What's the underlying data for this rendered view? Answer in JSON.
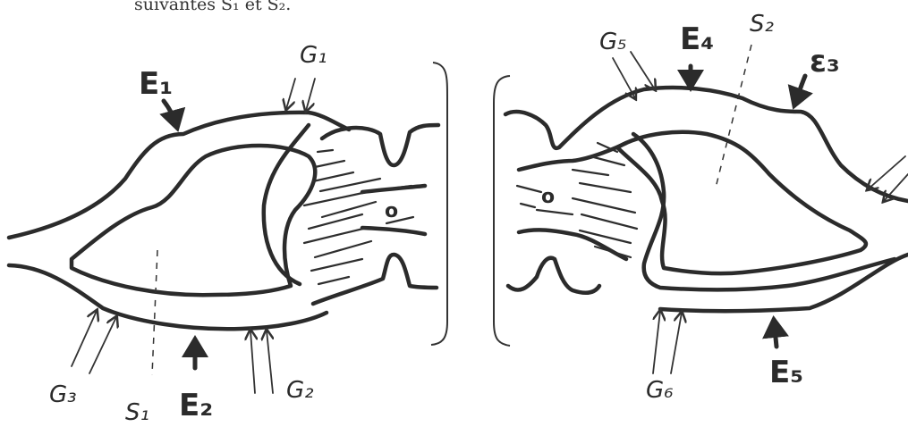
{
  "caption": "suivantes S₁ et S₂.",
  "labels": {
    "E1": "E₁",
    "E2": "E₂",
    "E3": "ɛ₃",
    "E4": "E₄",
    "E5": "E₅",
    "G1": "G₁",
    "G2": "G₂",
    "G3": "G₃",
    "G5": "G₅",
    "G6": "G₆",
    "S1": "S₁",
    "S2": "S₂",
    "O_left": "o",
    "O_right": "o"
  },
  "colors": {
    "stroke": "#2b2b2b",
    "background": "#ffffff"
  }
}
